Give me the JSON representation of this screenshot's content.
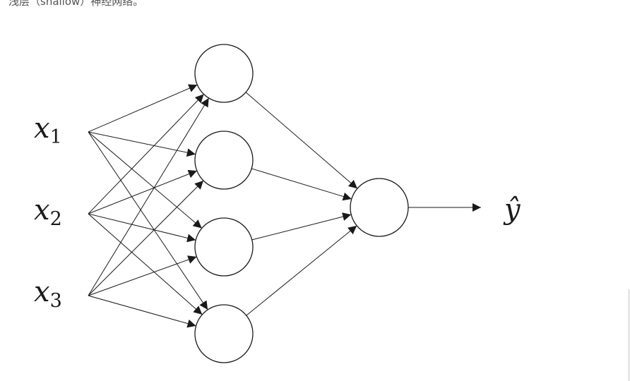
{
  "caption": "浅层（shallow）神经网络。",
  "inputs": [
    {
      "var": "x",
      "sub": "1"
    },
    {
      "var": "x",
      "sub": "2"
    },
    {
      "var": "x",
      "sub": "3"
    }
  ],
  "hidden_neuron_count": 4,
  "output_label": "ŷ",
  "colors": {
    "stroke": "#1a1a1a",
    "text": "#1a1a1a",
    "caption": "#555555"
  }
}
